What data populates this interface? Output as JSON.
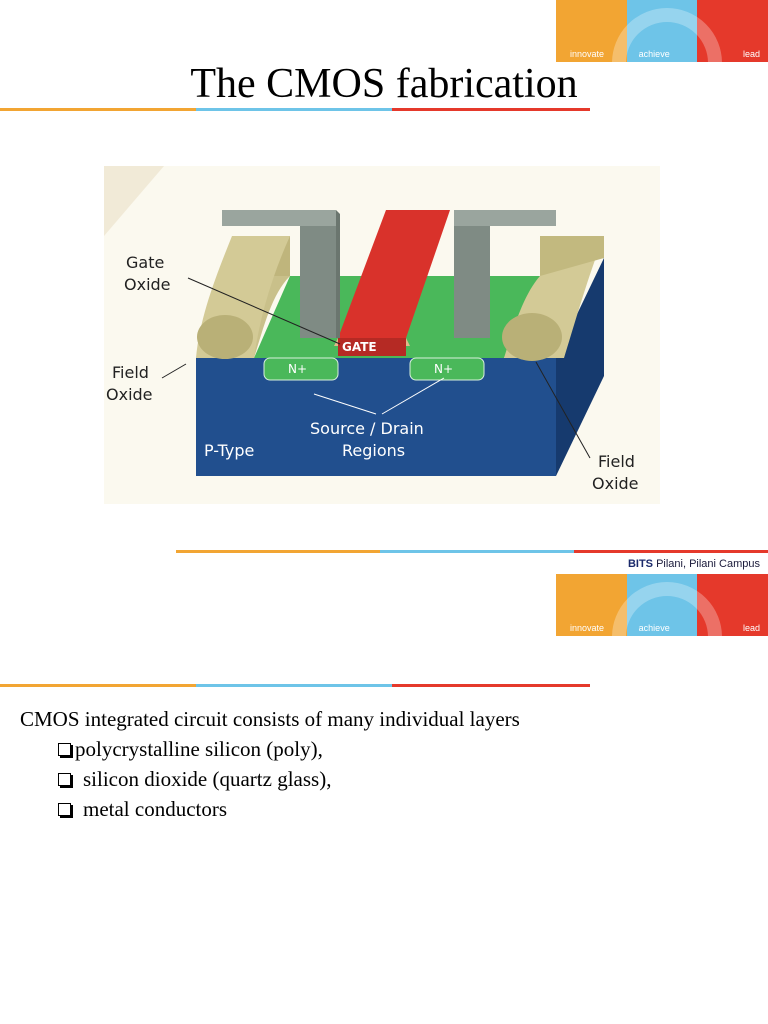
{
  "slide1": {
    "title": "The CMOS fabrication",
    "banner": {
      "left": "innovate",
      "middle": "achieve",
      "right": "lead"
    },
    "diagram": {
      "labels": {
        "gate_oxide_1": "Gate",
        "gate_oxide_2": "Oxide",
        "field_oxide_left_1": "Field",
        "field_oxide_left_2": "Oxide",
        "field_oxide_right_1": "Field",
        "field_oxide_right_2": "Oxide",
        "gate": "GATE",
        "n_left": "N+",
        "n_right": "N+",
        "source_drain_1": "Source / Drain",
        "source_drain_2": "Regions",
        "p_type": "P-Type"
      }
    },
    "footer": {
      "brand": "BITS",
      "campus": "Pilani, Pilani Campus"
    }
  },
  "slide2": {
    "banner": {
      "left": "innovate",
      "middle": "achieve",
      "right": "lead"
    },
    "intro": "CMOS integrated circuit consists of many individual layers",
    "bullets": [
      "polycrystalline silicon (poly),",
      "silicon dioxide  (quartz glass),",
      "metal conductors"
    ]
  },
  "colors": {
    "orange": "#f2a533",
    "blue": "#6ec4e8",
    "red": "#e5392b",
    "substrate": "#214f8e",
    "field_oxide": "#c9c08a",
    "green": "#4ab85a",
    "gate_red": "#d9322b",
    "metal": "#7f8b84"
  }
}
